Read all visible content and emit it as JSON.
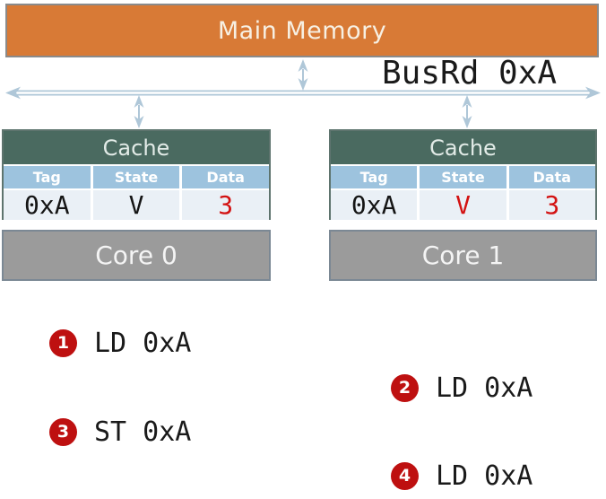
{
  "memory": {
    "label": "Main Memory"
  },
  "bus": {
    "label": "BusRd 0xA"
  },
  "caches": [
    {
      "title": "Cache",
      "headers": [
        "Tag",
        "State",
        "Data"
      ],
      "values": [
        {
          "text": "0xA",
          "color": "#151515"
        },
        {
          "text": "V",
          "color": "#151515"
        },
        {
          "text": "3",
          "color": "#D31212"
        }
      ]
    },
    {
      "title": "Cache",
      "headers": [
        "Tag",
        "State",
        "Data"
      ],
      "values": [
        {
          "text": "0xA",
          "color": "#151515"
        },
        {
          "text": "V",
          "color": "#D31212"
        },
        {
          "text": "3",
          "color": "#D31212"
        }
      ]
    }
  ],
  "cores": [
    {
      "label": "Core 0"
    },
    {
      "label": "Core 1"
    }
  ],
  "operations": [
    {
      "num": "1",
      "label": "LD 0xA"
    },
    {
      "num": "2",
      "label": "LD 0xA"
    },
    {
      "num": "3",
      "label": "ST 0xA"
    },
    {
      "num": "4",
      "label": "LD 0xA"
    }
  ],
  "colors": {
    "memory_fill": "#D87A36",
    "memory_border": "#8A8A8A",
    "cache_title_fill": "#4A6A60",
    "column_header_fill": "#9DC3DE",
    "value_row_fill": "#EAF0F6",
    "core_fill": "#9B9B9B",
    "core_border": "#7B8894",
    "arrow_blue": "#AFC7D8",
    "badge_red": "#BE1010",
    "value_red": "#D31212"
  }
}
